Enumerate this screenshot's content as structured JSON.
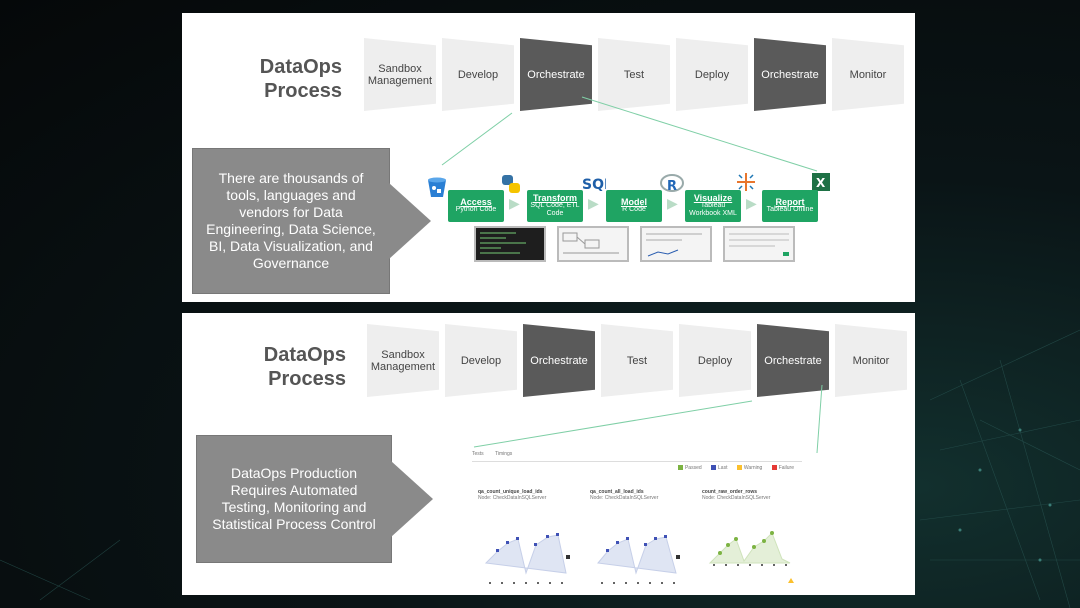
{
  "top_panel": {
    "title_line1": "DataOps",
    "title_line2": "Process",
    "stages": [
      {
        "label": "Sandbox Management",
        "style": "light"
      },
      {
        "label": "Develop",
        "style": "light"
      },
      {
        "label": "Orchestrate",
        "style": "dark"
      },
      {
        "label": "Test",
        "style": "light"
      },
      {
        "label": "Deploy",
        "style": "light"
      },
      {
        "label": "Orchestrate",
        "style": "dark"
      },
      {
        "label": "Monitor",
        "style": "light"
      }
    ],
    "callout": "There are thousands of tools, languages and vendors for Data Engineering, Data Science, BI, Data Visualization, and Governance",
    "steps": [
      {
        "title": "Access",
        "sub": "Python Code",
        "icon": "python-icon"
      },
      {
        "title": "Transform",
        "sub": "SQL Code, ETL Code",
        "icon": "sql-icon"
      },
      {
        "title": "Model",
        "sub": "R Code",
        "icon": "r-icon"
      },
      {
        "title": "Visualize",
        "sub": "Tableau Workbook XML",
        "icon": "tableau-icon"
      },
      {
        "title": "Report",
        "sub": "Tableau Online",
        "icon": "excel-icon"
      }
    ]
  },
  "bottom_panel": {
    "title_line1": "DataOps",
    "title_line2": "Process",
    "stages": [
      {
        "label": "Sandbox Management",
        "style": "light"
      },
      {
        "label": "Develop",
        "style": "light"
      },
      {
        "label": "Orchestrate",
        "style": "dark"
      },
      {
        "label": "Test",
        "style": "light"
      },
      {
        "label": "Deploy",
        "style": "light"
      },
      {
        "label": "Orchestrate",
        "style": "dark"
      },
      {
        "label": "Monitor",
        "style": "light"
      }
    ],
    "callout": "DataOps Production Requires Automated Testing, Monitoring and Statistical Process Control",
    "dashboard": {
      "tabs": [
        "Tests",
        "Timings"
      ],
      "legend": [
        "Passed",
        "Last",
        "Warning",
        "Failure"
      ],
      "charts": [
        {
          "title": "qa_count_unique_load_ids",
          "sub": "Node: CheckDataInSQLServer"
        },
        {
          "title": "qa_count_all_load_ids",
          "sub": "Node: CheckDataInSQLServer"
        },
        {
          "title": "count_raw_order_rows",
          "sub": "Node: CheckDataInSQLServer"
        }
      ]
    }
  },
  "colors": {
    "accent_green": "#1fa463",
    "dark_stage": "#5a5a5a",
    "callout": "#8a8a8a"
  }
}
